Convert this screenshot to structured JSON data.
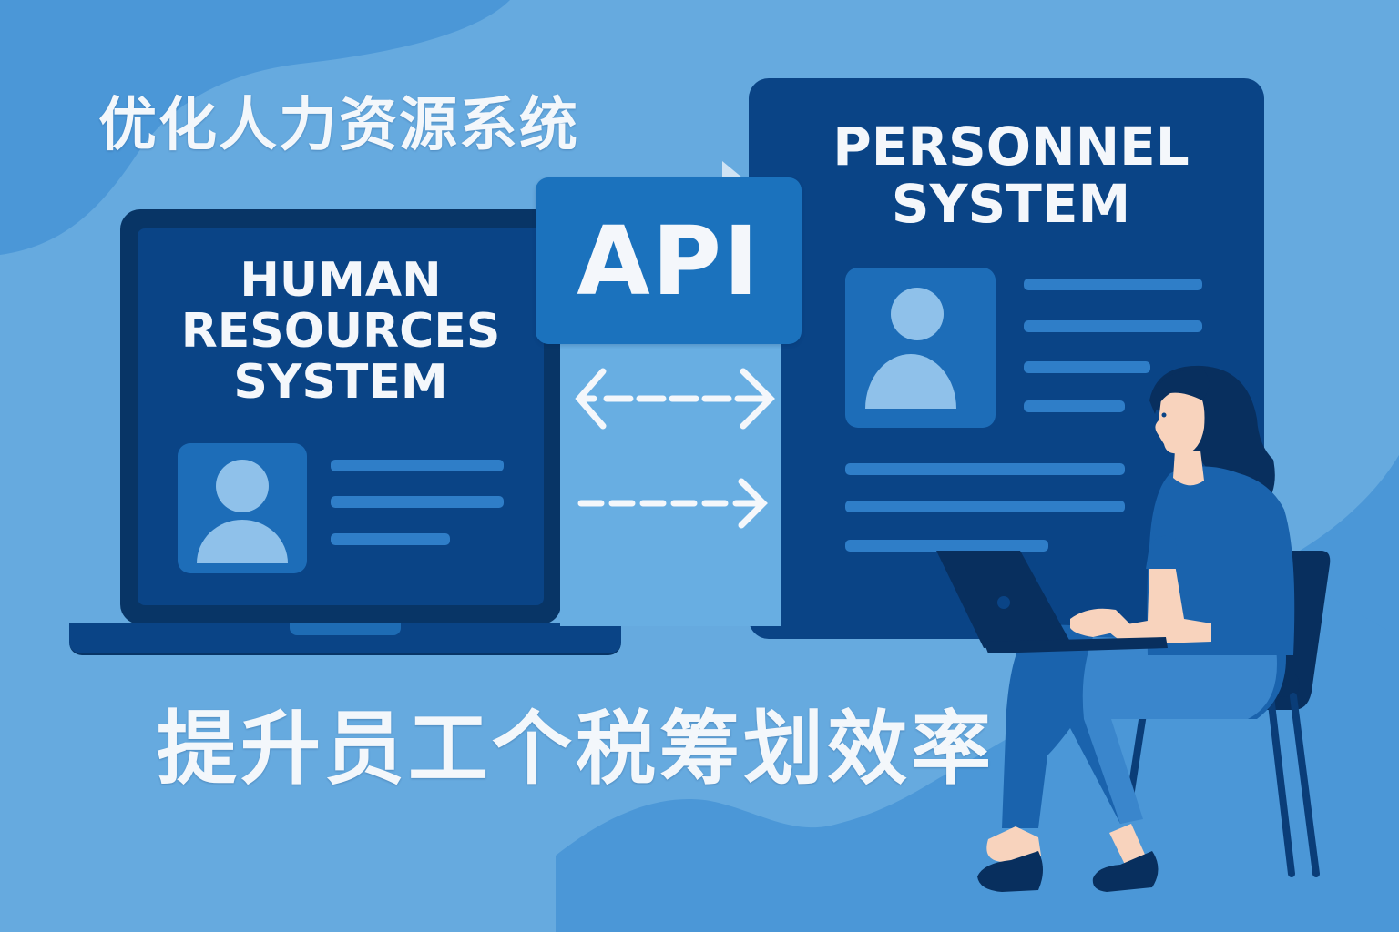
{
  "header": {
    "title": "优化人力资源系统"
  },
  "footer": {
    "subtitle": "提升员工个税筹划效率"
  },
  "hr_system": {
    "title_lines": [
      "HUMAN",
      "RESOURCES",
      "SYSTEM"
    ],
    "icon": "user-profile-icon",
    "detail_lines": 3
  },
  "api": {
    "label": "API",
    "arrows": [
      {
        "type": "bidirectional",
        "style": "dashed",
        "icon": "double-arrow-icon"
      },
      {
        "type": "right",
        "style": "dashed",
        "icon": "arrow-right-icon"
      }
    ]
  },
  "personnel_system": {
    "title_lines": [
      "PERSONNEL",
      "SYSTEM"
    ],
    "icon": "user-profile-icon",
    "detail_lines": 7
  },
  "illustration": {
    "figure": "woman-using-laptop",
    "seat": "chair"
  },
  "colors": {
    "background": "#66aadf",
    "background_dark_wave": "#4b97d7",
    "panel_dark": "#0a4486",
    "bezel_dark": "#083566",
    "api_box": "#1b72bd",
    "avatar_card": "#1d6db8",
    "avatar_light": "#8fc1ea",
    "line_bar": "#2f7ec8",
    "text_light": "#f4f7fb",
    "skin": "#f8d3bd",
    "shirt": "#1a63ad",
    "navy": "#082f5e"
  }
}
